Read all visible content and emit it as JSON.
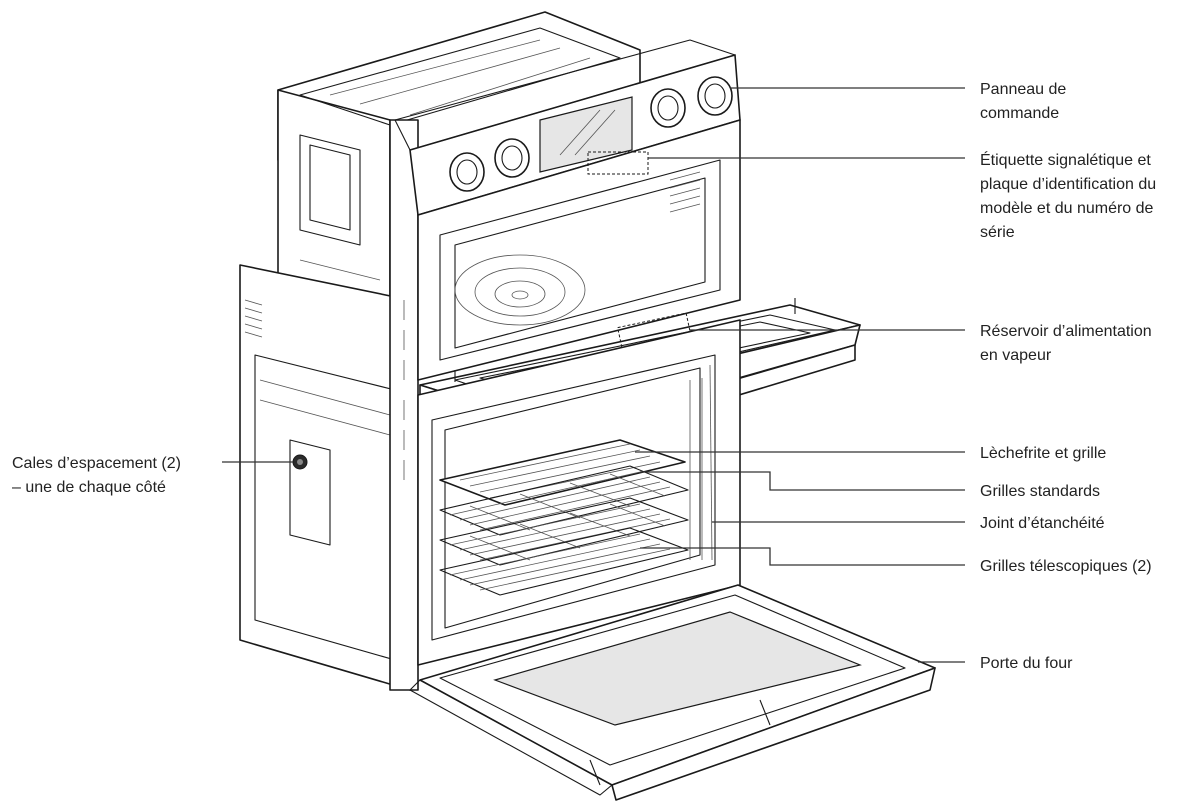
{
  "labels": {
    "control_panel": [
      "Panneau de",
      "commande"
    ],
    "rating_label": [
      "Étiquette signalétique et",
      "plaque d’identification du",
      "modèle et du numéro de",
      "série"
    ],
    "steam_reservoir": [
      "Réservoir d’alimentation",
      "en vapeur"
    ],
    "broiler_pan": [
      "Lèchefrite et grille"
    ],
    "standard_racks": [
      "Grilles standards"
    ],
    "gasket": [
      "Joint d’étanchéité"
    ],
    "telescopic_racks": [
      "Grilles télescopiques (2)"
    ],
    "oven_door": [
      "Porte du four"
    ],
    "spacers": [
      "Cales d’espacement (2)",
      "– une de chaque côté"
    ]
  }
}
